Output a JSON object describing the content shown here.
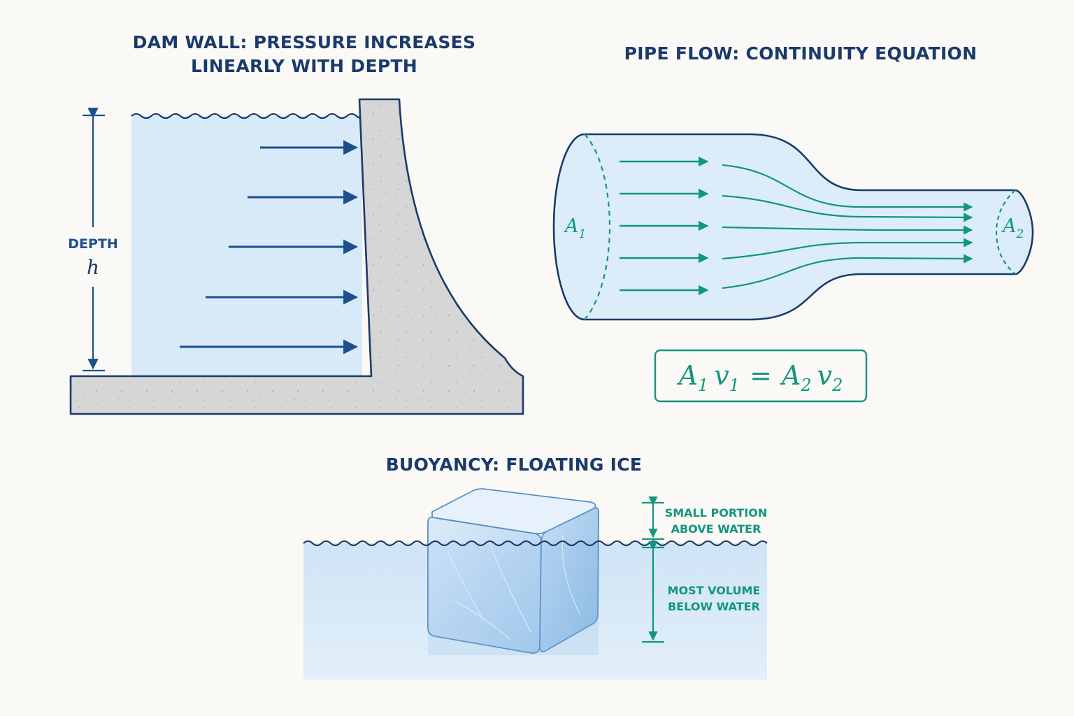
{
  "dam": {
    "title": "DAM WALL: PRESSURE INCREASES LINEARLY WITH DEPTH",
    "depth_label": "DEPTH",
    "depth_symbol": "h"
  },
  "pipe": {
    "title": "PIPE FLOW: CONTINUITY EQUATION",
    "area1": "A",
    "area1_sub": "1",
    "area2": "A",
    "area2_sub": "2",
    "equation": {
      "a1": "A",
      "a1_sub": "1",
      "v1": "v",
      "v1_sub": "1",
      "eq": "=",
      "a2": "A",
      "a2_sub": "2",
      "v2": "v",
      "v2_sub": "2"
    }
  },
  "ice": {
    "title": "BUOYANCY: FLOATING ICE",
    "above_line1": "SMALL PORTION",
    "above_line2": "ABOVE WATER",
    "below_line1": "MOST VOLUME",
    "below_line2": "BELOW WATER"
  },
  "colors": {
    "navy": "#1b3a6b",
    "arrow_blue": "#1b4f8f",
    "teal": "#13967d",
    "water": "#d6e9f8",
    "concrete": "#d5d5d5"
  }
}
